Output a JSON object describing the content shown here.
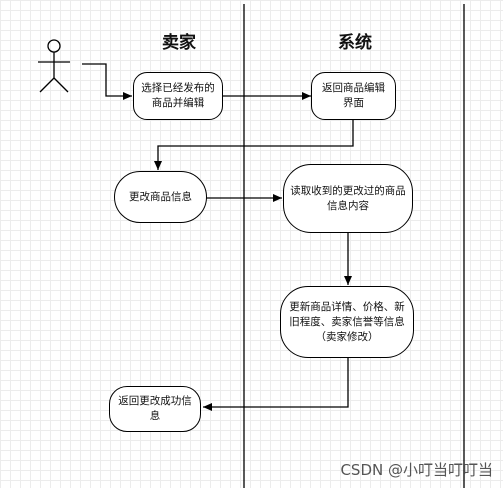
{
  "lanes": {
    "seller": "卖家",
    "system": "系统"
  },
  "nodes": {
    "select_product": "选择已经发布的商品并编辑",
    "return_edit_page": "返回商品编辑界面",
    "change_info": "更改商品信息",
    "read_changes": "读取收到的更改过的商品信息内容",
    "update_details": "更新商品详情、价格、新旧程度、卖家信誉等信息（卖家修改）",
    "return_success": "返回更改成功信息"
  },
  "watermark": "CSDN @小叮当叮叮当",
  "colors": {
    "stroke": "#000000",
    "grid": "#ececec",
    "background": "#ffffff"
  }
}
